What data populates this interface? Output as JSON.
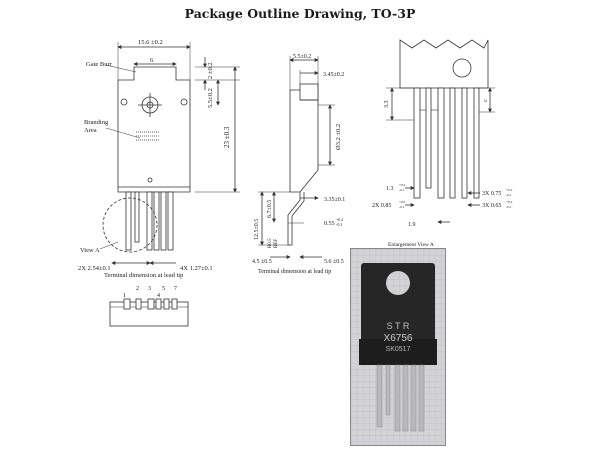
{
  "title": "Package Outline Drawing, TO-3P",
  "front_view": {
    "width_dim": "15.6 ±0.2",
    "inner_dim": "6",
    "gate_burr_label": "Gate Burr",
    "branding_area_label": "Branding\nArea",
    "dim_2": "2 ±0.2",
    "dim_5_5": "5.5±0.2",
    "dim_23": "23 ±0.3",
    "view_a_label": "View A",
    "pitch_left": "2X 2.54±0.1",
    "pitch_right": "4X 1.27±0.1",
    "caption": "Terminal dimension at lead tip"
  },
  "side_view": {
    "dim_top": "5.5±0.2",
    "dim_tab": "3.45±0.2",
    "dim_hole": "Ø3.2 ±0.2",
    "dim_width": "3.35±0.1",
    "dim_lead": "0.55",
    "dim_lead_tol": "+0.2\n-0.1",
    "dim_12": "12.5±0.5",
    "dim_6_7": "6.7±0.5",
    "dim_ref": "R0.5\nREF",
    "dim_bottom_left": "4.5 ±0.5",
    "dim_bottom_right": "5.6 ±0.5",
    "caption": "Terminal dimension at lead tip"
  },
  "pin_view": {
    "dim_3_3": "3.3",
    "dim_c": "c",
    "dim_1_3": "1.3",
    "dim_1_3_tol": "+0.2\n-0.1",
    "dim_3x_075": "3X 0.75",
    "dim_3x_075_tol": "+0.2\n-0.1",
    "dim_2x_085": "2X 0.85",
    "dim_2x_085_tol": "+0.2\n-0.1",
    "dim_3x_065": "3X 0.65",
    "dim_3x_065_tol": "+0.2\n-0.1",
    "dim_1_9": "1.9",
    "enlargement_label": "Enlargement View A"
  },
  "bottom_view": {
    "pin_numbers": [
      "1",
      "2",
      "3",
      "4",
      "5",
      "7"
    ]
  },
  "photo": {
    "line1": "S T R",
    "line2": "X6756",
    "line3": "SK0517"
  },
  "colors": {
    "line": "#333333",
    "photo_body": "#262626",
    "photo_bg": "#d0d0d4"
  }
}
